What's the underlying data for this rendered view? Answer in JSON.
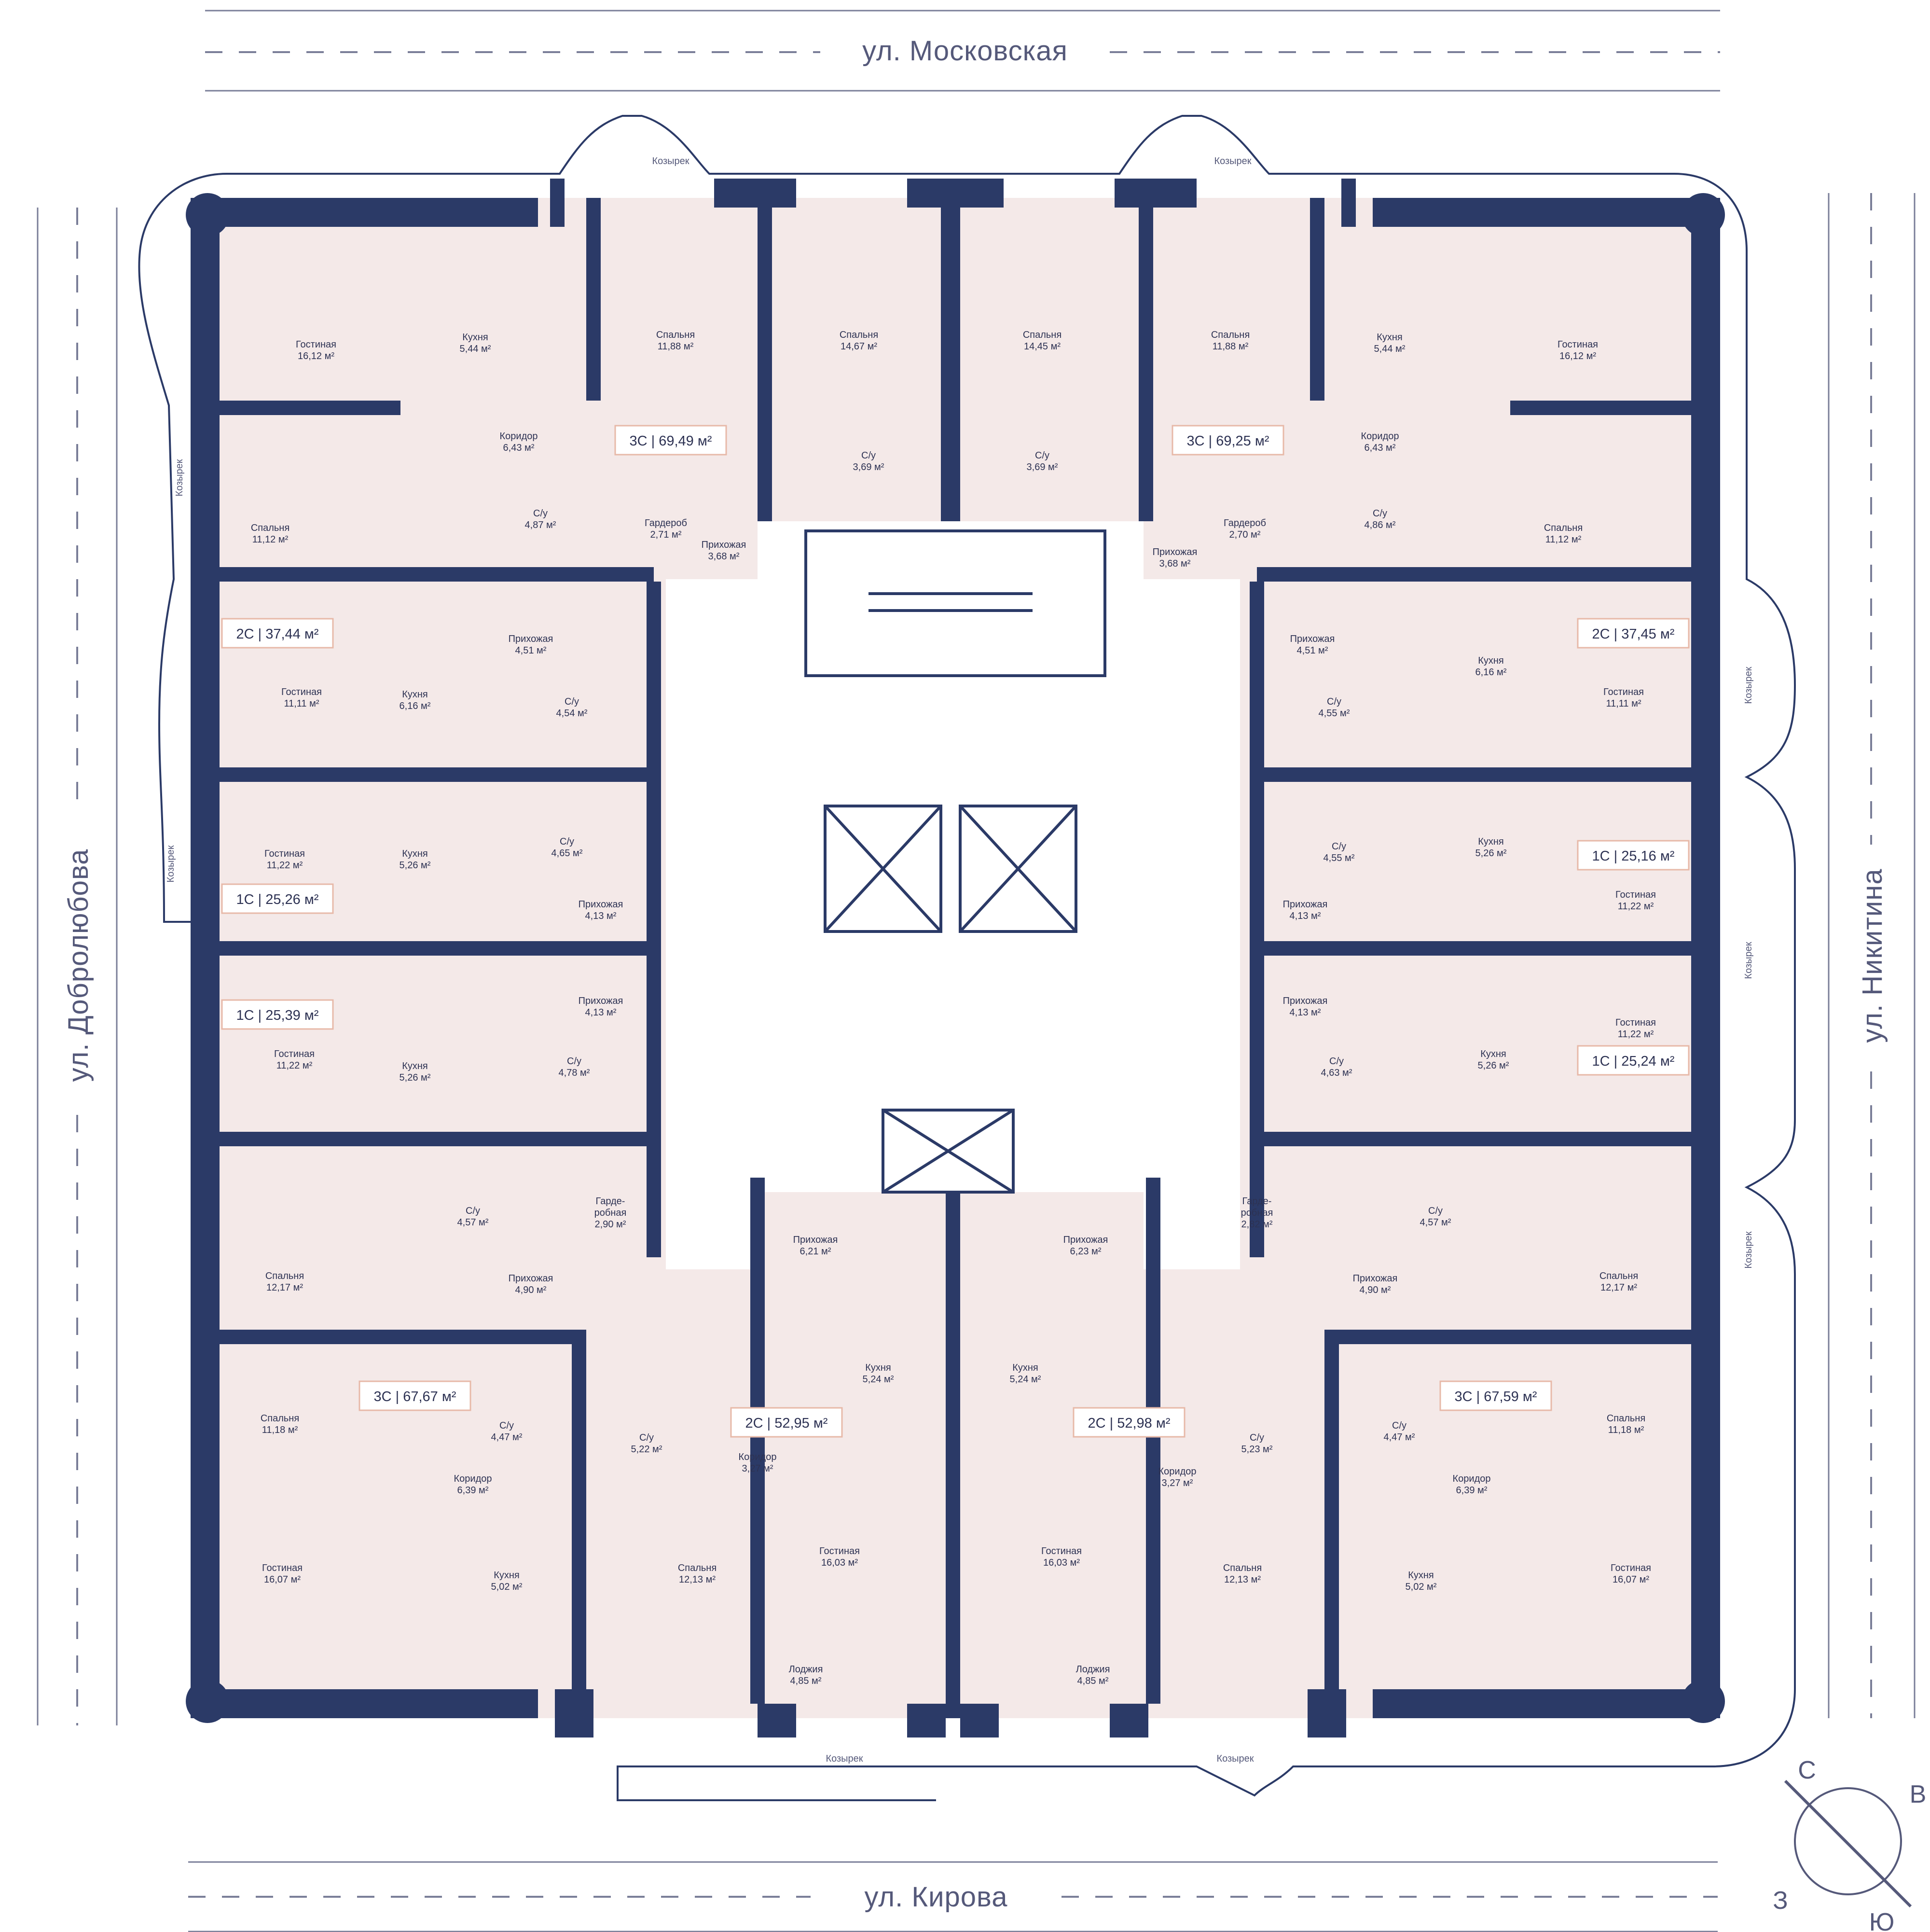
{
  "streets": {
    "north": "ул. Московская",
    "south": "ул. Кирова",
    "west": "ул. Добролюбова",
    "east": "ул. Никитина"
  },
  "canopy_label": "Козырек",
  "compass": {
    "n": "С",
    "e": "В",
    "s": "Ю",
    "w": "З"
  },
  "apartments": [
    {
      "label": "3С | 69,49 м²"
    },
    {
      "label": "3С | 69,25 м²"
    },
    {
      "label": "2С | 37,44 м²"
    },
    {
      "label": "2С | 37,45 м²"
    },
    {
      "label": "1С | 25,26 м²"
    },
    {
      "label": "1С | 25,16 м²"
    },
    {
      "label": "1С | 25,39 м²"
    },
    {
      "label": "1С | 25,24 м²"
    },
    {
      "label": "3С | 67,67 м²"
    },
    {
      "label": "3С | 67,59 м²"
    },
    {
      "label": "2С | 52,95 м²"
    },
    {
      "label": "2С | 52,98 м²"
    }
  ],
  "rooms": [
    {
      "name": "Гостиная",
      "area": "16,12 м²"
    },
    {
      "name": "Кухня",
      "area": "5,44 м²"
    },
    {
      "name": "Спальня",
      "area": "11,88 м²"
    },
    {
      "name": "Спальня",
      "area": "14,67 м²"
    },
    {
      "name": "Спальня",
      "area": "14,45 м²"
    },
    {
      "name": "Спальня",
      "area": "11,88 м²"
    },
    {
      "name": "Кухня",
      "area": "5,44 м²"
    },
    {
      "name": "Гостиная",
      "area": "16,12 м²"
    },
    {
      "name": "Коридор",
      "area": "6,43 м²"
    },
    {
      "name": "С/у",
      "area": "3,69 м²"
    },
    {
      "name": "С/у",
      "area": "3,69 м²"
    },
    {
      "name": "Коридор",
      "area": "6,43 м²"
    },
    {
      "name": "Спальня",
      "area": "11,12 м²"
    },
    {
      "name": "С/у",
      "area": "4,87 м²"
    },
    {
      "name": "Гардероб",
      "area": "2,71 м²"
    },
    {
      "name": "Прихожая",
      "area": "3,68 м²"
    },
    {
      "name": "Прихожая",
      "area": "3,68 м²"
    },
    {
      "name": "Гардероб",
      "area": "2,70 м²"
    },
    {
      "name": "С/у",
      "area": "4,86 м²"
    },
    {
      "name": "Спальня",
      "area": "11,12 м²"
    },
    {
      "name": "Прихожая",
      "area": "4,51 м²"
    },
    {
      "name": "Прихожая",
      "area": "4,51 м²"
    },
    {
      "name": "Кухня",
      "area": "6,16 м²"
    },
    {
      "name": "Гостиная",
      "area": "11,11 м²"
    },
    {
      "name": "Кухня",
      "area": "6,16 м²"
    },
    {
      "name": "С/у",
      "area": "4,54 м²"
    },
    {
      "name": "С/у",
      "area": "4,55 м²"
    },
    {
      "name": "Гостиная",
      "area": "11,11 м²"
    },
    {
      "name": "Гостиная",
      "area": "11,22 м²"
    },
    {
      "name": "Кухня",
      "area": "5,26 м²"
    },
    {
      "name": "С/у",
      "area": "4,65 м²"
    },
    {
      "name": "С/у",
      "area": "4,55 м²"
    },
    {
      "name": "Кухня",
      "area": "5,26 м²"
    },
    {
      "name": "Прихожая",
      "area": "4,13 м²"
    },
    {
      "name": "Прихожая",
      "area": "4,13 м²"
    },
    {
      "name": "Гостиная",
      "area": "11,22 м²"
    },
    {
      "name": "Прихожая",
      "area": "4,13 м²"
    },
    {
      "name": "Прихожая",
      "area": "4,13 м²"
    },
    {
      "name": "Гостиная",
      "area": "11,22 м²"
    },
    {
      "name": "Гостиная",
      "area": "11,22 м²"
    },
    {
      "name": "Кухня",
      "area": "5,26 м²"
    },
    {
      "name": "С/у",
      "area": "4,78 м²"
    },
    {
      "name": "С/у",
      "area": "4,63 м²"
    },
    {
      "name": "Кухня",
      "area": "5,26 м²"
    },
    {
      "name": "С/у",
      "area": "4,57 м²"
    },
    {
      "name": "Гарде-\nробная",
      "area": "2,90 м²"
    },
    {
      "name": "Гарде-\nробная",
      "area": "2,82 м²"
    },
    {
      "name": "С/у",
      "area": "4,57 м²"
    },
    {
      "name": "Спальня",
      "area": "12,17 м²"
    },
    {
      "name": "Прихожая",
      "area": "4,90 м²"
    },
    {
      "name": "Прихожая",
      "area": "6,21 м²"
    },
    {
      "name": "Прихожая",
      "area": "6,23 м²"
    },
    {
      "name": "Прихожая",
      "area": "4,90 м²"
    },
    {
      "name": "Спальня",
      "area": "12,17 м²"
    },
    {
      "name": "Спальня",
      "area": "11,18 м²"
    },
    {
      "name": "С/у",
      "area": "4,47 м²"
    },
    {
      "name": "Кухня",
      "area": "5,24 м²"
    },
    {
      "name": "Кухня",
      "area": "5,24 м²"
    },
    {
      "name": "С/у",
      "area": "4,47 м²"
    },
    {
      "name": "Спальня",
      "area": "11,18 м²"
    },
    {
      "name": "С/у",
      "area": "5,22 м²"
    },
    {
      "name": "Коридор",
      "area": "6,39 м²"
    },
    {
      "name": "Коридор",
      "area": "3,27 м²"
    },
    {
      "name": "Коридор",
      "area": "3,27 м²"
    },
    {
      "name": "С/у",
      "area": "5,23 м²"
    },
    {
      "name": "Коридор",
      "area": "6,39 м²"
    },
    {
      "name": "Гостиная",
      "area": "16,07 м²"
    },
    {
      "name": "Кухня",
      "area": "5,02 м²"
    },
    {
      "name": "Спальня",
      "area": "12,13 м²"
    },
    {
      "name": "Гостиная",
      "area": "16,03 м²"
    },
    {
      "name": "Гостиная",
      "area": "16,03 м²"
    },
    {
      "name": "Спальня",
      "area": "12,13 м²"
    },
    {
      "name": "Кухня",
      "area": "5,02 м²"
    },
    {
      "name": "Гостиная",
      "area": "16,07 м²"
    },
    {
      "name": "Лоджия",
      "area": "4,85 м²"
    },
    {
      "name": "Лоджия",
      "area": "4,85 м²"
    }
  ]
}
